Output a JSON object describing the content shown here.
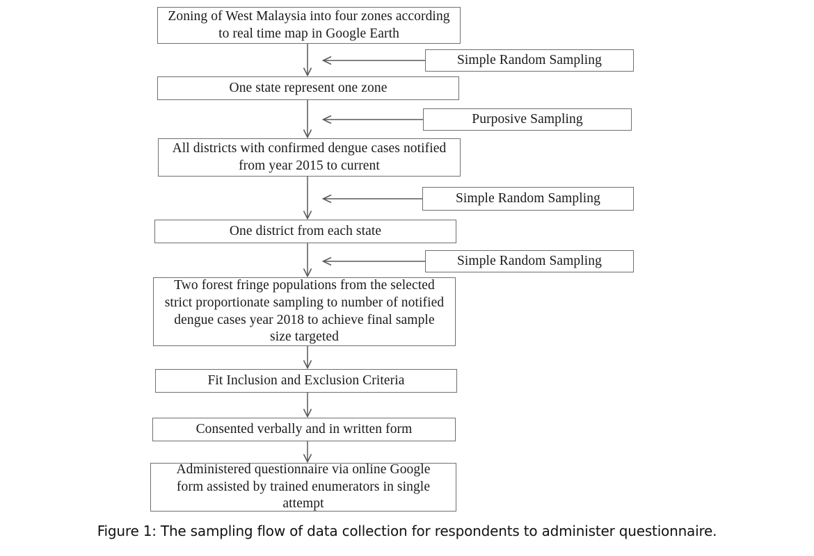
{
  "figure": {
    "caption": "Figure 1: The sampling flow of data collection for respondents to administer questionnaire.",
    "background_color": "#ffffff",
    "box_border_color": "#6e6e6e",
    "arrow_color": "#595959",
    "text_color": "#1a1a1a"
  },
  "flow": {
    "main_steps": [
      {
        "id": "step-zoning",
        "text": "Zoning of West Malaysia into four zones according\nto real time map in Google Earth"
      },
      {
        "id": "step-one-state",
        "text": "One state represent one zone"
      },
      {
        "id": "step-all-districts",
        "text": "All districts with confirmed dengue cases notified\nfrom year 2015 to current"
      },
      {
        "id": "step-one-district",
        "text": "One district from each state"
      },
      {
        "id": "step-forest-fringe",
        "text": "Two forest fringe populations from the selected\nstrict proportionate sampling to number of notified\ndengue cases year 2018 to achieve final sample\nsize targeted"
      },
      {
        "id": "step-criteria",
        "text": "Fit Inclusion and Exclusion Criteria"
      },
      {
        "id": "step-consent",
        "text": "Consented verbally and in written form"
      },
      {
        "id": "step-questionnaire",
        "text": "Administered questionnaire via online Google\nform assisted by trained enumerators in single\nattempt"
      }
    ],
    "sampling_methods": [
      {
        "id": "method-1",
        "text": "Simple Random Sampling"
      },
      {
        "id": "method-2",
        "text": "Purposive Sampling"
      },
      {
        "id": "method-3",
        "text": "Simple Random Sampling"
      },
      {
        "id": "method-4",
        "text": "Simple Random Sampling"
      }
    ]
  }
}
